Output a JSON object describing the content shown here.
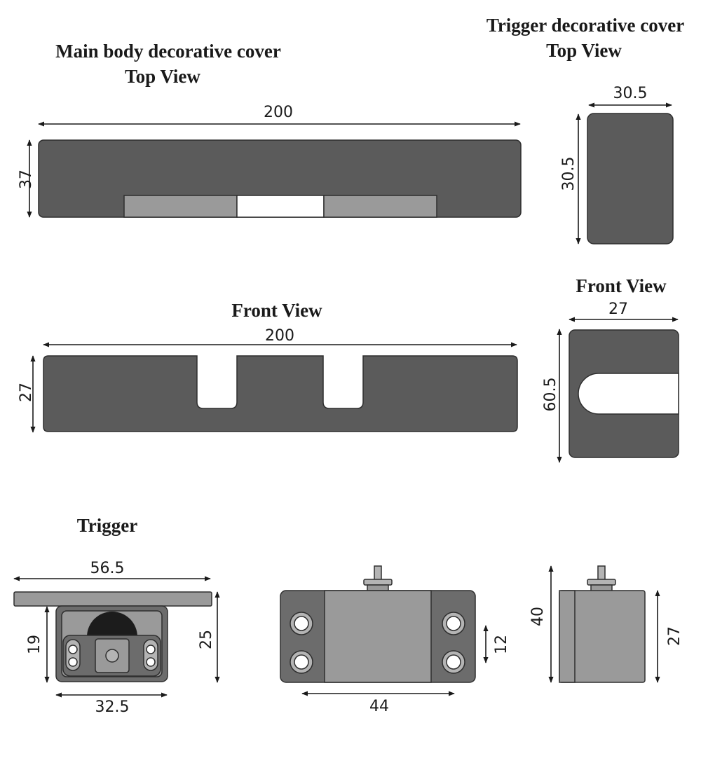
{
  "titles": {
    "main_cover": "Main body decorative cover",
    "main_top_view": "Top View",
    "trigger_cover": "Trigger decorative cover",
    "trigger_top_view": "Top View",
    "main_front_view": "Front View",
    "trigger_front_view": "Front View",
    "trigger": "Trigger"
  },
  "dimensions": {
    "main_top_width": "200",
    "main_top_height": "37",
    "trigger_top_width": "30.5",
    "trigger_top_height": "30.5",
    "main_front_width": "200",
    "main_front_height": "27",
    "trigger_front_width": "27",
    "trigger_front_height": "60.5",
    "trigger_plate_width": "56.5",
    "trigger_body_height": "19",
    "trigger_total_height": "25",
    "trigger_body_width": "32.5",
    "trigger_back_width": "44",
    "trigger_hole_spacing": "12",
    "trigger_side_height": "40",
    "trigger_side_body_height": "27"
  }
}
